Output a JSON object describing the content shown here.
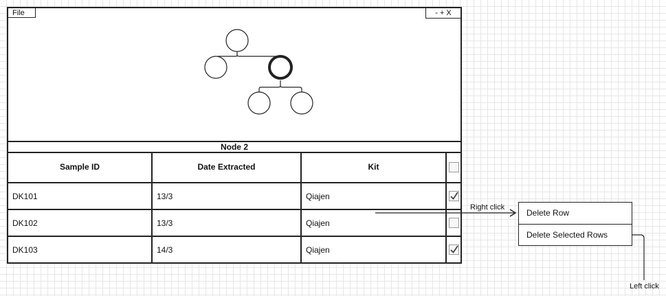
{
  "window": {
    "menu_file": "File",
    "controls": "- + X"
  },
  "panel": {
    "title": "Node 2"
  },
  "table": {
    "headers": [
      "Sample ID",
      "Date Extracted",
      "Kit"
    ],
    "rows": [
      {
        "id": "DK101",
        "date": "13/3",
        "kit": "Qiajen",
        "checked": true
      },
      {
        "id": "DK102",
        "date": "13/3",
        "kit": "Qiajen",
        "checked": false
      },
      {
        "id": "DK103",
        "date": "14/3",
        "kit": "Qiajen",
        "checked": true
      }
    ]
  },
  "annotations": {
    "right_click": "Right click",
    "left_click": "Left click"
  },
  "context_menu": {
    "items": [
      "Delete Row",
      "Delete Selected Rows"
    ]
  }
}
